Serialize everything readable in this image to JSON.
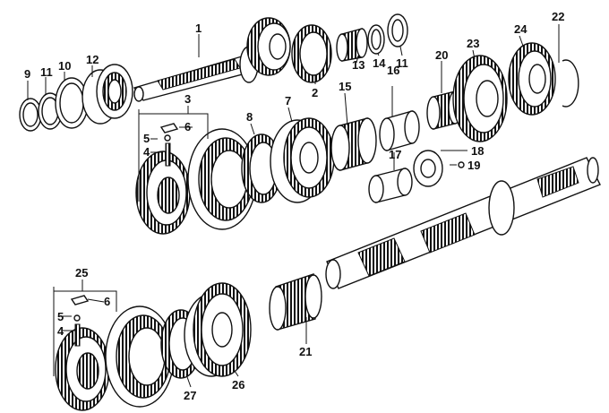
{
  "diagram": {
    "callouts": [
      {
        "id": "c1",
        "label": "1"
      },
      {
        "id": "c2",
        "label": "2"
      },
      {
        "id": "c3",
        "label": "3"
      },
      {
        "id": "c4",
        "label": "4"
      },
      {
        "id": "c5",
        "label": "5"
      },
      {
        "id": "c6",
        "label": "6"
      },
      {
        "id": "c7",
        "label": "7"
      },
      {
        "id": "c8",
        "label": "8"
      },
      {
        "id": "c9",
        "label": "9"
      },
      {
        "id": "c10",
        "label": "10"
      },
      {
        "id": "c11",
        "label": "11"
      },
      {
        "id": "c12",
        "label": "12"
      },
      {
        "id": "c13",
        "label": "13"
      },
      {
        "id": "c14",
        "label": "14"
      },
      {
        "id": "c11b",
        "label": "11"
      },
      {
        "id": "c15",
        "label": "15"
      },
      {
        "id": "c16",
        "label": "16"
      },
      {
        "id": "c17",
        "label": "17"
      },
      {
        "id": "c18",
        "label": "18"
      },
      {
        "id": "c19",
        "label": "19"
      },
      {
        "id": "c20",
        "label": "20"
      },
      {
        "id": "c21",
        "label": "21"
      },
      {
        "id": "c22",
        "label": "22"
      },
      {
        "id": "c23",
        "label": "23"
      },
      {
        "id": "c24",
        "label": "24"
      },
      {
        "id": "c25",
        "label": "25"
      },
      {
        "id": "c5b",
        "label": "5"
      },
      {
        "id": "c4b",
        "label": "4"
      },
      {
        "id": "c6b",
        "label": "6"
      },
      {
        "id": "c26",
        "label": "26"
      },
      {
        "id": "c27",
        "label": "27"
      }
    ]
  }
}
